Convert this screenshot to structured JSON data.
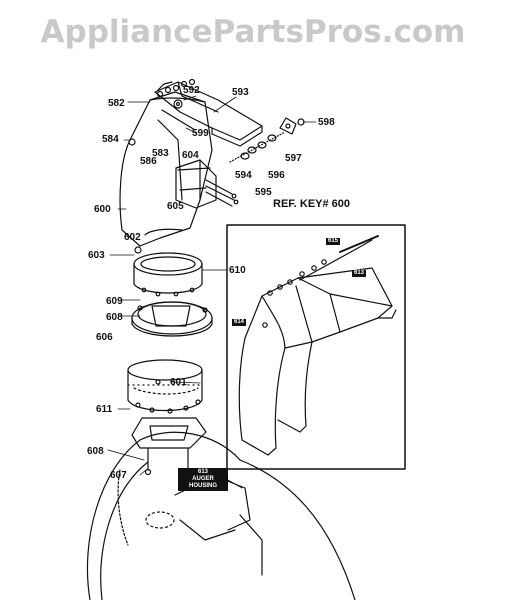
{
  "watermark": "AppliancePartsPros.com",
  "ref_key": "REF. KEY# 600",
  "labels": {
    "l582": "582",
    "l584": "584",
    "l592": "592",
    "l593": "593",
    "l598": "598",
    "l599": "599",
    "l586": "586",
    "l583": "583",
    "l604": "604",
    "l594": "594",
    "l595": "595",
    "l596": "596",
    "l597": "597",
    "l605": "605",
    "l600": "600",
    "l602": "602",
    "l603": "603",
    "l610": "610",
    "l609": "609",
    "l608a": "608",
    "l606": "606",
    "l601": "601",
    "l611": "611",
    "l608b": "608",
    "l607": "607"
  },
  "inset_tags": {
    "t1": "615",
    "t2": "613",
    "t3": "614"
  },
  "housing_tag": {
    "line1": "613",
    "line2": "AUGER HOUSING"
  }
}
